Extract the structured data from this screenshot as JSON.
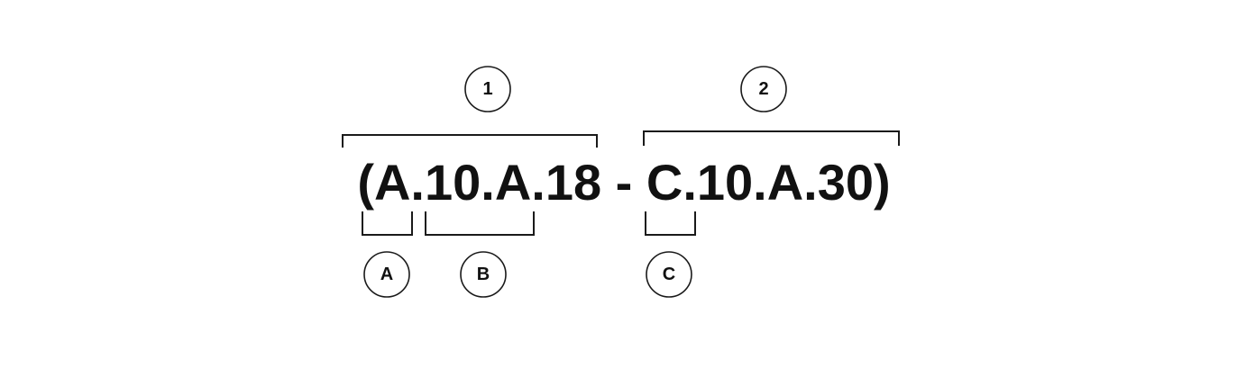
{
  "code_expression": "(A.10.A.18 - C.10.A.30)",
  "markers": {
    "range_start": "1",
    "range_end": "2",
    "part_a": "A",
    "part_b": "B",
    "part_c": "C"
  }
}
